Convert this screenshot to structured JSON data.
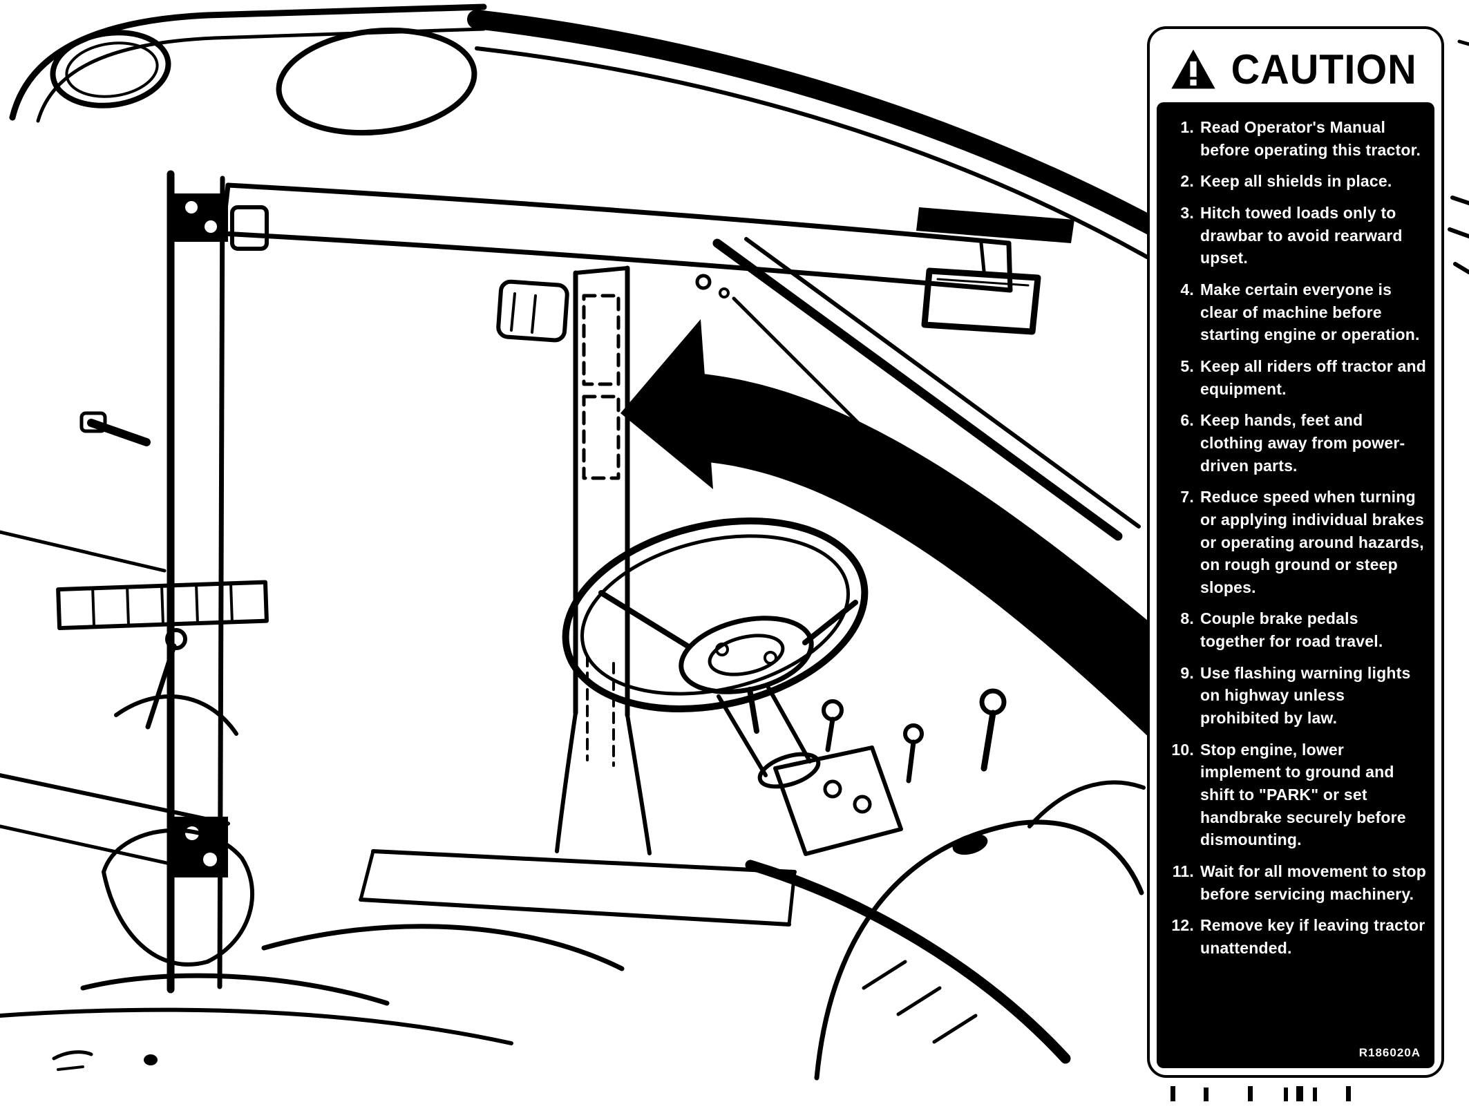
{
  "caution_label": {
    "icon": "warning-triangle-icon",
    "title": "CAUTION",
    "part_number": "R186020A",
    "colors": {
      "label_bg": "#000000",
      "label_text": "#ffffff",
      "header_bg": "#ffffff",
      "header_text": "#000000",
      "line_art": "#000000"
    },
    "items": [
      {
        "num": "1.",
        "text": "Read Operator's Manual before operating this tractor."
      },
      {
        "num": "2.",
        "text": "Keep all shields in place."
      },
      {
        "num": "3.",
        "text": "Hitch towed loads only to drawbar to avoid rearward upset."
      },
      {
        "num": "4.",
        "text": "Make certain everyone is clear of machine before starting engine or operation."
      },
      {
        "num": "5.",
        "text": "Keep all riders off tractor and equipment."
      },
      {
        "num": "6.",
        "text": "Keep hands, feet and clothing away from power-driven parts."
      },
      {
        "num": "7.",
        "text": "Reduce speed when turning or applying individual brakes or operating around hazards, on rough ground or steep slopes."
      },
      {
        "num": "8.",
        "text": "Couple brake pedals together for road travel."
      },
      {
        "num": "9.",
        "text": "Use flashing warning lights on highway unless prohibited by law."
      },
      {
        "num": "10.",
        "text": "Stop engine, lower implement to ground and shift to \"PARK\" or set handbrake securely before dismounting."
      },
      {
        "num": "11.",
        "text": "Wait for all movement to stop before servicing machinery."
      },
      {
        "num": "12.",
        "text": "Remove key if leaving tractor unattended."
      }
    ]
  }
}
